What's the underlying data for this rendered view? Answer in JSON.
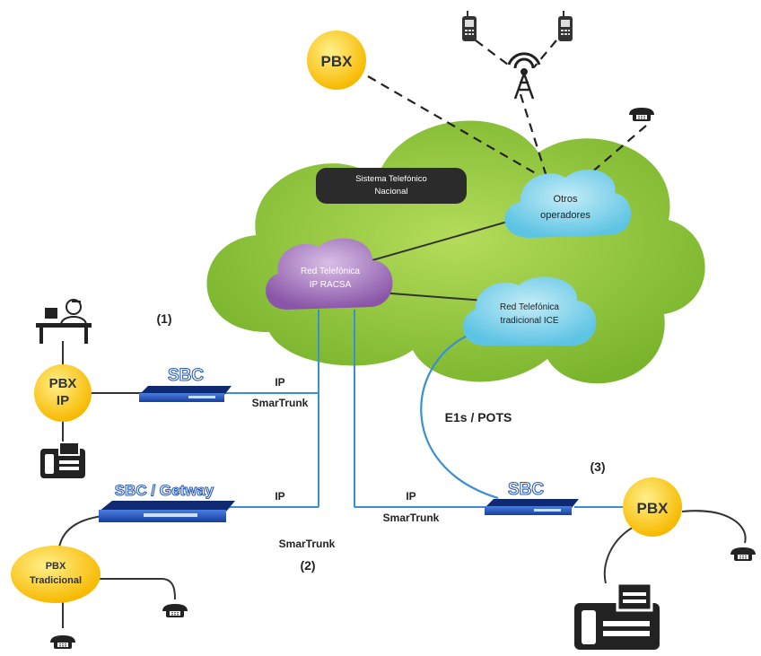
{
  "clouds": {
    "national": "Sistema Telefónico Nacional",
    "otros": [
      "Otros",
      "operadores"
    ],
    "racsa": [
      "Red Telefónica",
      "IP RACSA"
    ],
    "ice": [
      "Red Telefónica",
      "tradicional ICE"
    ]
  },
  "pbx": {
    "top": "PBX",
    "ip": [
      "PBX",
      "IP"
    ],
    "tradicional": [
      "PBX",
      "Tradicional"
    ],
    "right": "PBX"
  },
  "devices": {
    "sbc1": "SBC",
    "sbc_gw": "SBC / Getway",
    "sbc3": "SBC"
  },
  "links": {
    "ip1": "IP",
    "smar1": "SmarTrunk",
    "ip2": "IP",
    "smar2": "SmarTrunk",
    "ip3": "IP",
    "smar3": "SmarTrunk",
    "e1": "E1s / POTS"
  },
  "markers": {
    "m1": "(1)",
    "m2": "(2)",
    "m3": "(3)"
  },
  "colors": {
    "green_cloud": "#8dc63f",
    "blue_cloud": "#7fd3ea",
    "purple_cloud": "#9b6bb5",
    "pbx_yellow": "#fcd116",
    "sbc_blue": "#1f4fb8",
    "line_blue": "#3a8fd0"
  }
}
